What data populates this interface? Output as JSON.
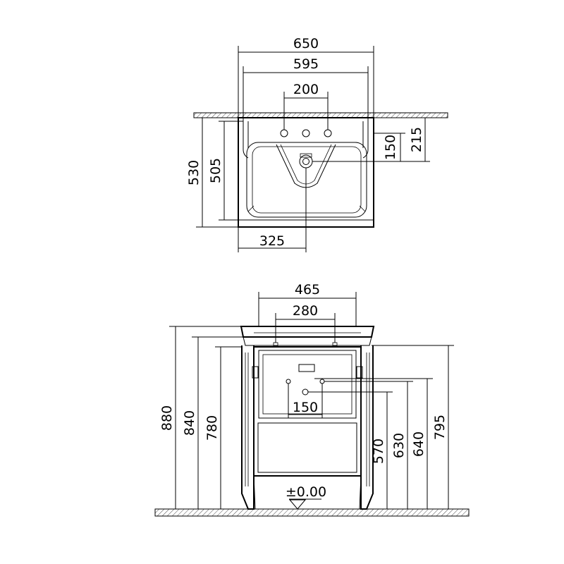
{
  "top_view": {
    "dims": {
      "width_outer": "650",
      "width_inner": "595",
      "tap_spacing": "200",
      "depth_outer": "530",
      "depth_inner": "505",
      "center_offset": "325",
      "drain_depth": "150",
      "tap_depth": "215"
    }
  },
  "front_view": {
    "dims": {
      "width_465": "465",
      "width_280": "280",
      "height_880": "880",
      "height_840": "840",
      "height_780": "780",
      "spacing_150": "150",
      "height_570": "570",
      "height_630": "630",
      "height_640": "640",
      "height_795": "795",
      "floor_level": "±0.00"
    }
  }
}
